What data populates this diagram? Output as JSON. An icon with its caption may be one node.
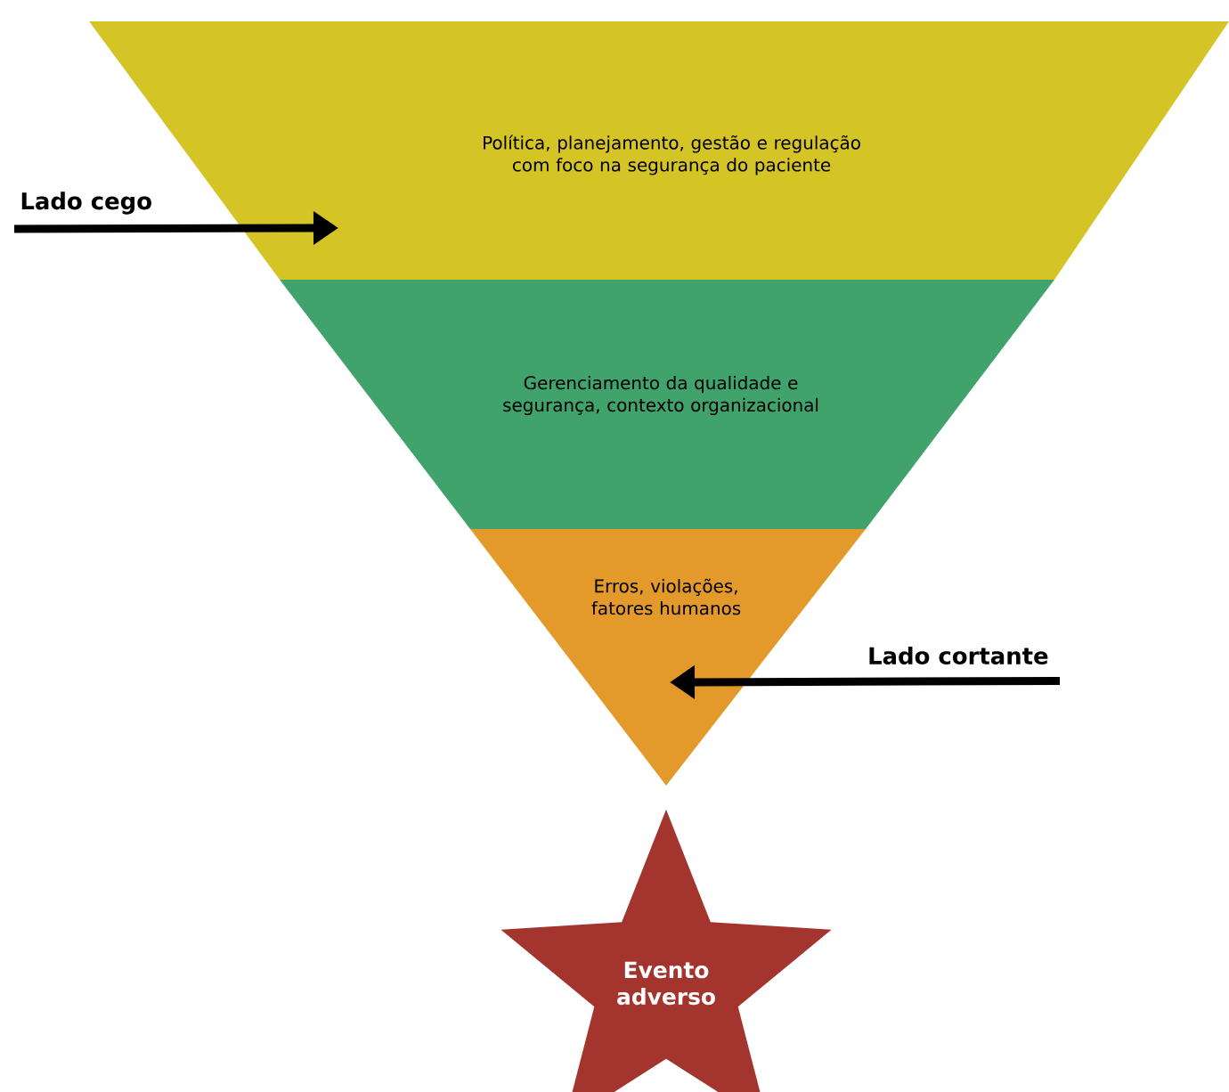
{
  "diagram": {
    "nodes": [
      {
        "text": [
          "Política, planejamento, gestão e regulação com foco na segurança do paciente"
        ]
      },
      {
        "text": [
          "Gerenciamento da qualidade e segurança, contexto organizacional"
        ]
      },
      {
        "text": [
          "Erros, violações, fatores humanos"
        ]
      },
      {
        "text": [
          "Lado cego"
        ]
      },
      {
        "text": [
          "Lado cortante"
        ]
      },
      {
        "text": [
          "Evento adverso"
        ]
      }
    ],
    "edges": [
      {
        "from": 3,
        "to": 0,
        "arrow": "to"
      },
      {
        "from": 4,
        "to": 2,
        "arrow": "to"
      }
    ]
  }
}
